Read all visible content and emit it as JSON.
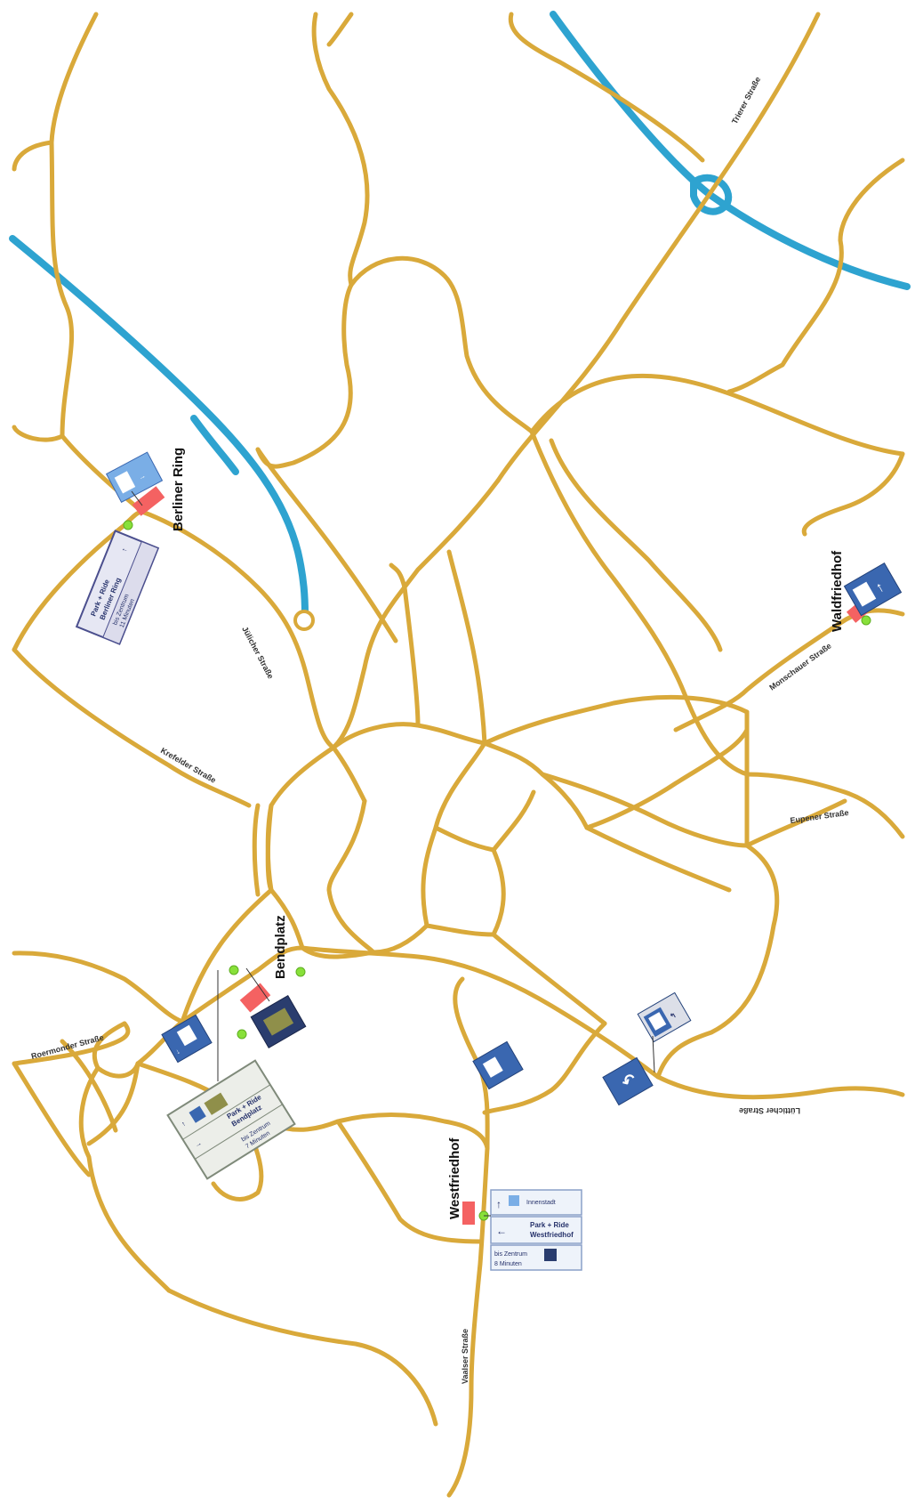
{
  "places": {
    "berliner_ring": "Berliner Ring",
    "bendplatz": "Bendplatz",
    "westfriedhof": "Westfriedhof",
    "waldfriedhof": "Waldfriedhof"
  },
  "streets": {
    "trierer": "Trierer Straße",
    "juelicher": "Jülicher Straße",
    "krefelder": "Krefelder Straße",
    "monschauer": "Monschauer Straße",
    "eupener": "Eupener Straße",
    "roermonder": "Roermonder Straße",
    "luetticher": "Lütticher Straße",
    "vaalser": "Vaalser Straße"
  },
  "signs": {
    "berliner_ring": {
      "line1": "Park + Ride",
      "line2": "Berliner Ring",
      "line3": "bis Zentrum",
      "line4": "11 Minuten"
    },
    "bendplatz": {
      "line1": "Park + Ride",
      "line2": "Bendplatz",
      "line3": "bis Zentrum",
      "line4": "7 Minuten"
    },
    "westfriedhof": {
      "line1": "Innenstadt",
      "line2": "Park + Ride",
      "line3": "Westfriedhof",
      "line4": "bis Zentrum",
      "line5": "8 Minuten"
    }
  },
  "colors": {
    "road": "#d9a93a",
    "highway": "#2ea3d0",
    "park_ride_marker": "#f46262",
    "bus_stop": "#88e03a",
    "sign_blue": "#3a67b0"
  }
}
